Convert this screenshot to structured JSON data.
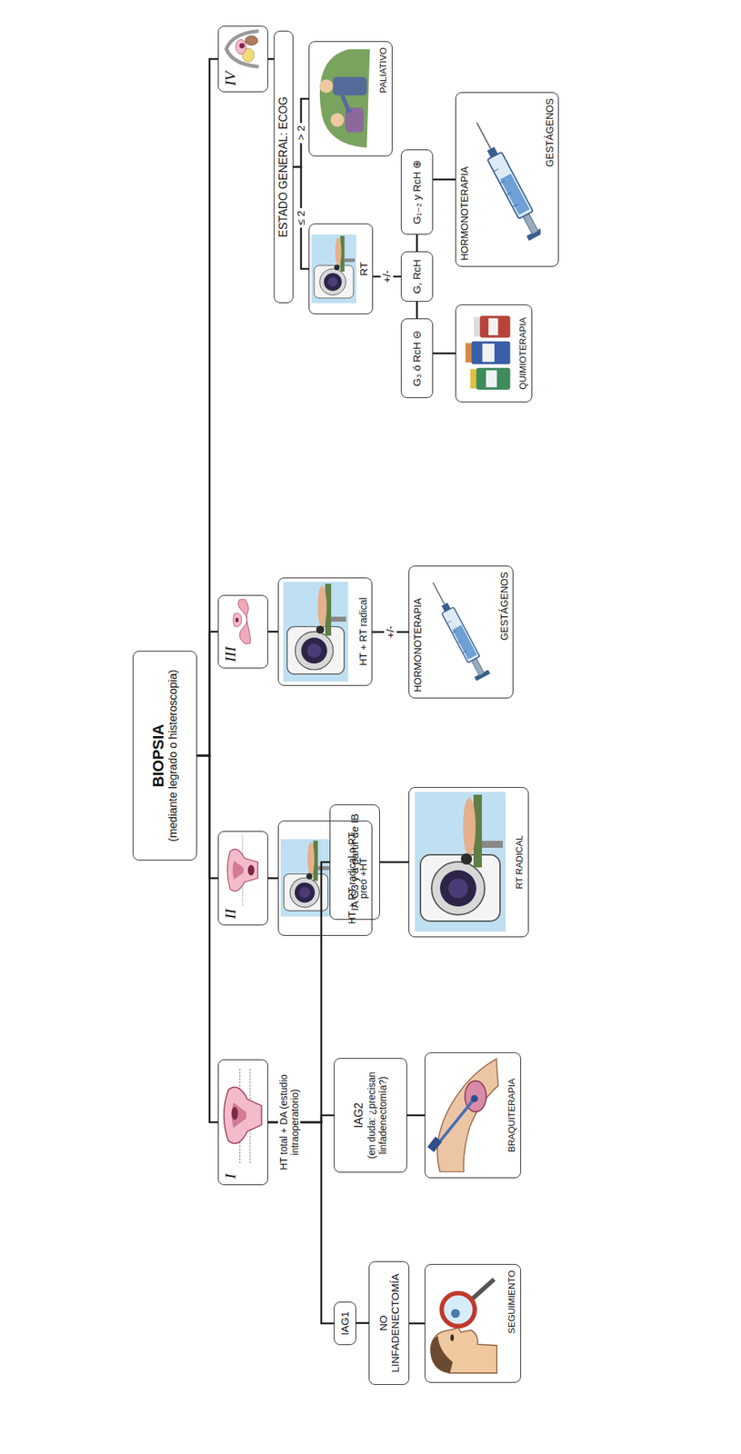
{
  "diagram": {
    "nodes": [
      {
        "text": [
          "BIOPSIA",
          "(mediante legrado o histeroscopia)"
        ]
      },
      {
        "text": [
          "I"
        ]
      },
      {
        "text": [
          "IAG1"
        ]
      },
      {
        "text": [
          "NO LINFADENECTOMÍA"
        ]
      },
      {
        "text": [
          "SEGUIMIENTO"
        ]
      },
      {
        "text": [
          "IAG2",
          "(en duda: ¿precisan linfadenectomía?)"
        ]
      },
      {
        "text": [
          "BRAQUITERAPIA"
        ]
      },
      {
        "text": [
          "IA G3 y a partir de IB"
        ]
      },
      {
        "text": [
          "RT RADICAL"
        ]
      },
      {
        "text": [
          "II"
        ]
      },
      {
        "text": [
          "HT + RT radical o RT preo +HT"
        ]
      },
      {
        "text": [
          "III"
        ]
      },
      {
        "text": [
          "HT + RT radical"
        ]
      },
      {
        "text": [
          "HORMONOTERAPIA",
          "GESTÁGENOS"
        ]
      },
      {
        "text": [
          "IV"
        ]
      },
      {
        "text": [
          "ESTADO GENERAL: ECOG"
        ]
      },
      {
        "text": [
          "PALIATIVO"
        ]
      },
      {
        "text": [
          "RT"
        ]
      },
      {
        "text": [
          "G, RcH"
        ]
      },
      {
        "text": [
          "G₃ ó RcH ⊖"
        ]
      },
      {
        "text": [
          "QUIMIOTERAPIA"
        ]
      },
      {
        "text": [
          "G₁₋₂ y RcH ⊕"
        ]
      },
      {
        "text": [
          "HORMONOTERAPIA",
          "GESTÁGENOS"
        ]
      }
    ],
    "edges": [
      {
        "from": 0,
        "to": 1,
        "arrow": "none"
      },
      {
        "from": 0,
        "to": 9,
        "arrow": "none"
      },
      {
        "from": 0,
        "to": 11,
        "arrow": "none"
      },
      {
        "from": 0,
        "to": 14,
        "arrow": "none"
      },
      {
        "from": 1,
        "to": 2,
        "arrow": "none"
      },
      {
        "from": 1,
        "to": 5,
        "arrow": "none"
      },
      {
        "from": 1,
        "to": 7,
        "arrow": "none"
      },
      {
        "from": 2,
        "to": 3,
        "arrow": "none"
      },
      {
        "from": 3,
        "to": 4,
        "arrow": "none"
      },
      {
        "from": 5,
        "to": 6,
        "arrow": "none"
      },
      {
        "from": 7,
        "to": 8,
        "arrow": "none"
      },
      {
        "from": 9,
        "to": 10,
        "arrow": "none"
      },
      {
        "from": 11,
        "to": 12,
        "arrow": "none"
      },
      {
        "from": 12,
        "to": 13,
        "label": "+/-",
        "arrow": "none"
      },
      {
        "from": 14,
        "to": 15,
        "arrow": "none"
      },
      {
        "from": 15,
        "to": 17,
        "label": "≤ 2",
        "arrow": "none"
      },
      {
        "from": 15,
        "to": 16,
        "label": "> 2",
        "arrow": "none"
      },
      {
        "from": 17,
        "to": 18,
        "label": "+/-",
        "arrow": "none"
      },
      {
        "from": 18,
        "to": 19,
        "arrow": "none"
      },
      {
        "from": 18,
        "to": 21,
        "arrow": "none"
      },
      {
        "from": 19,
        "to": 20,
        "arrow": "none"
      },
      {
        "from": 21,
        "to": 22,
        "arrow": "none"
      }
    ],
    "labels": [
      "HT total + DA (estudio intraoperatorio)"
    ]
  }
}
